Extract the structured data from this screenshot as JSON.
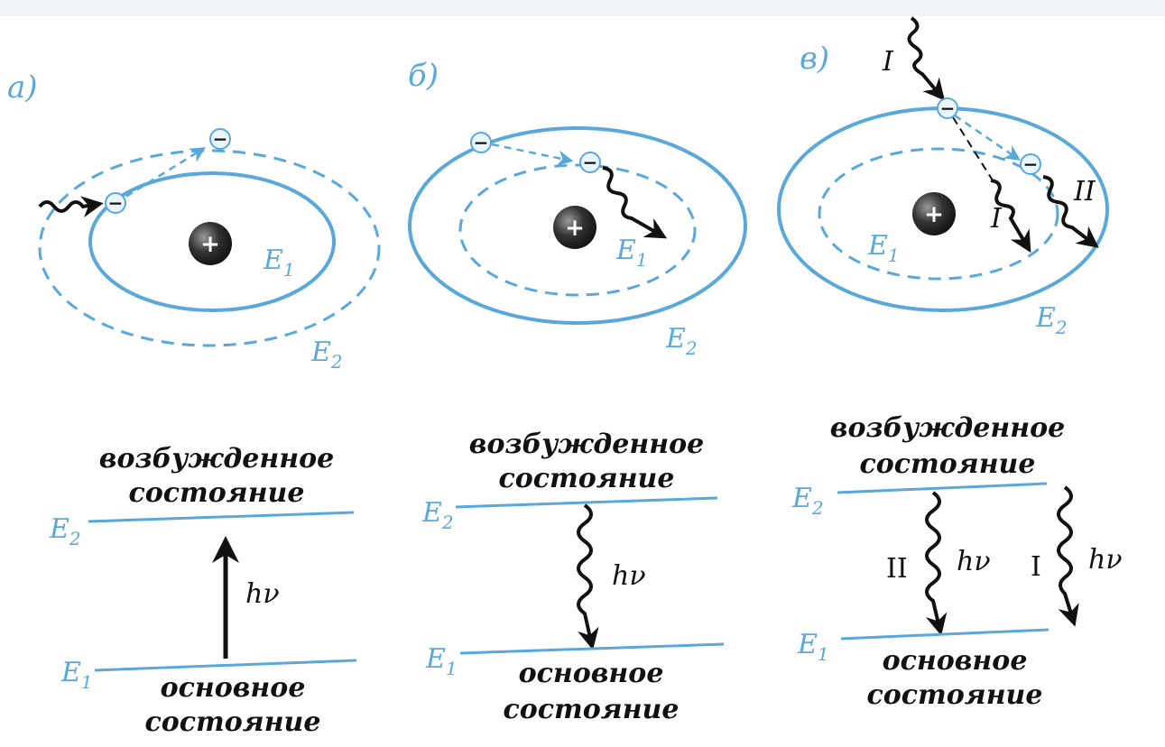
{
  "panels": {
    "a": {
      "label": "a)",
      "levels": {
        "e1": "E",
        "e1_sub": "1",
        "e2": "E",
        "e2_sub": "2"
      },
      "orbit_levels": {
        "e1": "E",
        "e1_sub": "1",
        "e2": "E",
        "e2_sub": "2"
      },
      "states": {
        "excited_1": "возбужденное",
        "excited_2": "состояние",
        "ground_1": "основное",
        "ground_2": "состояние"
      },
      "photon": "hν"
    },
    "b": {
      "label": "б)",
      "levels": {
        "e1": "E",
        "e1_sub": "1",
        "e2": "E",
        "e2_sub": "2"
      },
      "orbit_levels": {
        "e1": "E",
        "e1_sub": "1",
        "e2": "E",
        "e2_sub": "2"
      },
      "states": {
        "excited_1": "возбужденное",
        "excited_2": "состояние",
        "ground_1": "основное",
        "ground_2": "состояние"
      },
      "photon": "hν"
    },
    "c": {
      "label": "в)",
      "levels": {
        "e1": "E",
        "e1_sub": "1",
        "e2": "E",
        "e2_sub": "2"
      },
      "orbit_levels": {
        "e1": "E",
        "e1_sub": "1",
        "e2": "E",
        "e2_sub": "2"
      },
      "states": {
        "excited_1": "возбужденное",
        "excited_2": "состояние",
        "ground_1": "основное",
        "ground_2": "состояние"
      },
      "photon_1": "hν",
      "photon_2": "hν",
      "marker_II": "II",
      "marker_I": "I",
      "incoming_I": "I",
      "out_I": "I",
      "out_II": "II"
    }
  },
  "symbols": {
    "nucleus": "+",
    "electron": "−"
  },
  "colors": {
    "level": "#5aa8da",
    "ink": "#111111"
  }
}
